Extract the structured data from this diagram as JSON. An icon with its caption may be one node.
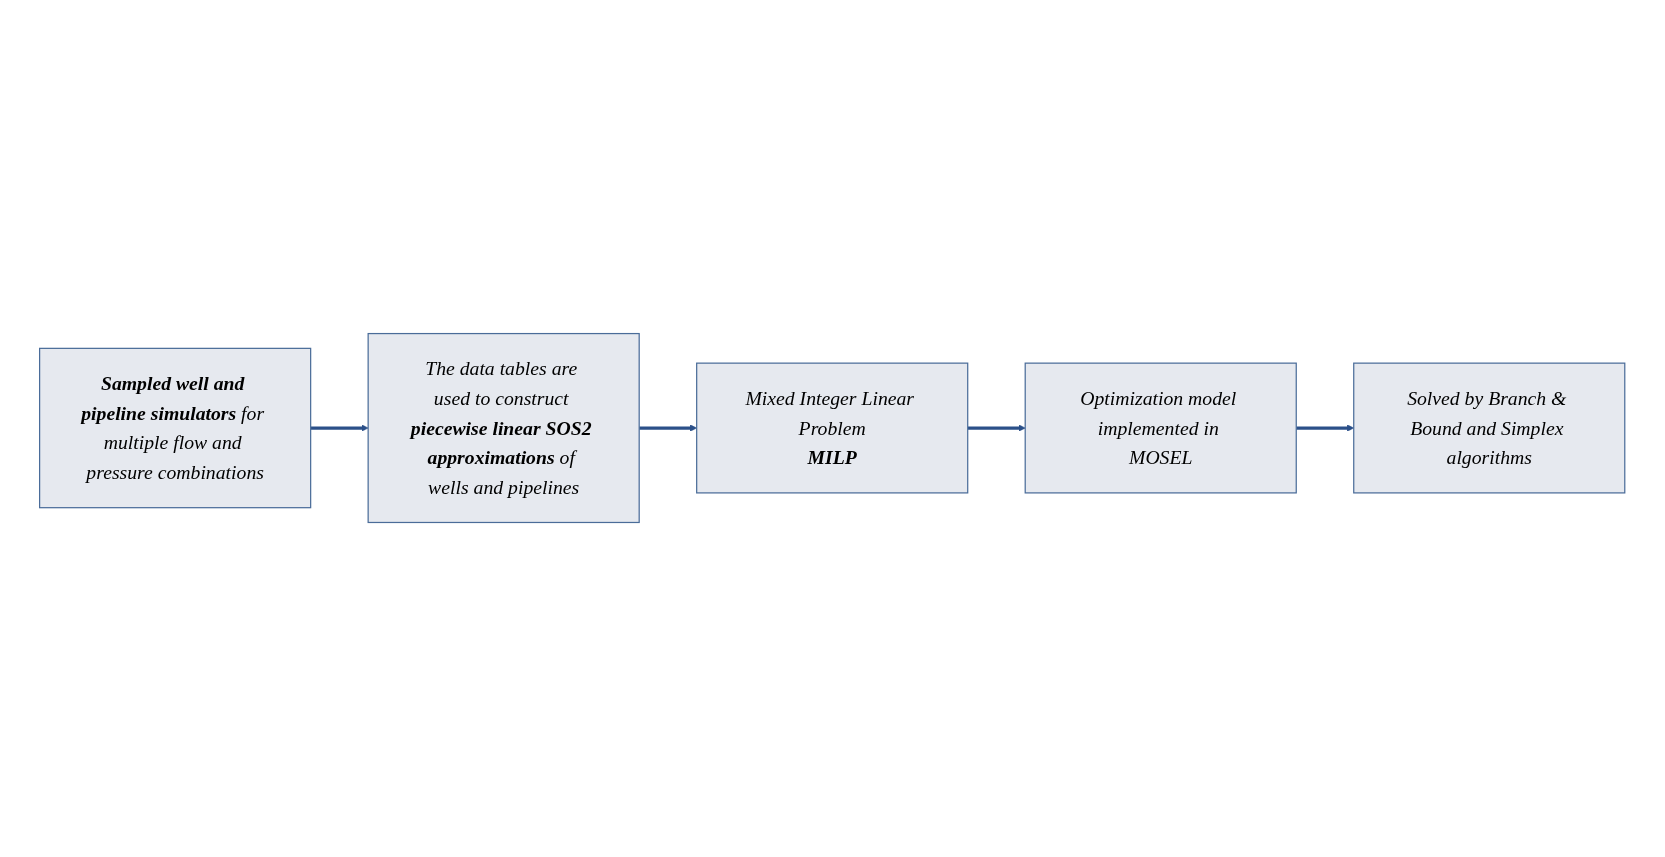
{
  "diagram": {
    "nodes": [
      {
        "text": [
          "**Sampled well and pipeline simulators** for multiple flow and pressure combinations"
        ]
      },
      {
        "text": [
          "The data tables are used to construct **piecewise linear SOS2 approximations** of wells and pipelines"
        ]
      },
      {
        "text": [
          "Mixed Integer Linear Problem",
          "**MILP**"
        ]
      },
      {
        "text": [
          "Optimization model implemented in MOSEL"
        ]
      },
      {
        "text": [
          "Solved by Branch & Bound and Simplex algorithms"
        ]
      }
    ],
    "edges": [
      {
        "from": 0,
        "to": 1,
        "arrow": "to"
      },
      {
        "from": 1,
        "to": 2,
        "arrow": "to"
      },
      {
        "from": 2,
        "to": 3,
        "arrow": "to"
      },
      {
        "from": 3,
        "to": 4,
        "arrow": "to"
      }
    ]
  }
}
